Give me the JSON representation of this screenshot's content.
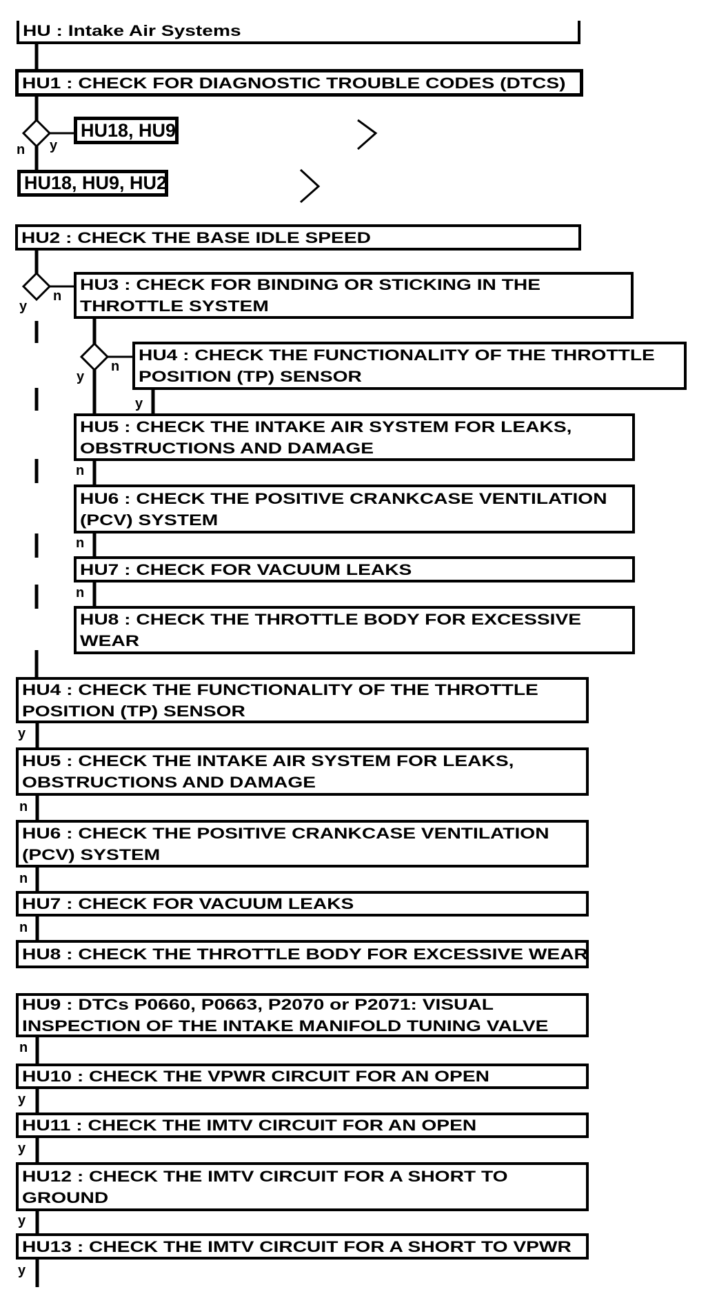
{
  "title": "HU : Intake Air Systems",
  "labels": {
    "yes": "y",
    "no": "n"
  },
  "colors": {
    "ink": "#000000",
    "background": "#ffffff"
  },
  "icons": {
    "chevron_right": "chevron-right-icon"
  },
  "nodes": {
    "hu": {
      "lines": [
        "HU : Intake Air Systems"
      ]
    },
    "hu1": {
      "lines": [
        "HU1 : CHECK FOR DIAGNOSTIC TROUBLE CODES (DTCS)"
      ]
    },
    "ref1": {
      "lines": [
        "HU18, HU9"
      ]
    },
    "ref2": {
      "lines": [
        "HU18, HU9, HU2"
      ]
    },
    "hu2": {
      "lines": [
        "HU2 : CHECK THE BASE IDLE SPEED"
      ]
    },
    "hu3": {
      "lines": [
        "HU3 : CHECK FOR BINDING OR STICKING IN THE",
        "THROTTLE SYSTEM"
      ]
    },
    "hu4a": {
      "lines": [
        "HU4 : CHECK THE FUNCTIONALITY OF THE THROTTLE",
        "POSITION (TP) SENSOR"
      ]
    },
    "hu5a": {
      "lines": [
        "HU5 : CHECK THE INTAKE AIR SYSTEM FOR LEAKS,",
        "OBSTRUCTIONS AND DAMAGE"
      ]
    },
    "hu6a": {
      "lines": [
        "HU6 : CHECK THE POSITIVE CRANKCASE VENTILATION",
        "(PCV) SYSTEM"
      ]
    },
    "hu7a": {
      "lines": [
        "HU7 : CHECK FOR VACUUM LEAKS"
      ]
    },
    "hu8a": {
      "lines": [
        "HU8 : CHECK THE THROTTLE BODY FOR EXCESSIVE",
        "WEAR"
      ]
    },
    "hu4b": {
      "lines": [
        "HU4 : CHECK THE FUNCTIONALITY OF THE THROTTLE",
        "POSITION (TP) SENSOR"
      ]
    },
    "hu5b": {
      "lines": [
        "HU5 : CHECK THE INTAKE AIR SYSTEM FOR LEAKS,",
        "OBSTRUCTIONS AND DAMAGE"
      ]
    },
    "hu6b": {
      "lines": [
        "HU6 : CHECK THE POSITIVE CRANKCASE VENTILATION",
        "(PCV) SYSTEM"
      ]
    },
    "hu7b": {
      "lines": [
        "HU7 : CHECK FOR VACUUM LEAKS"
      ]
    },
    "hu8b": {
      "lines": [
        "HU8 : CHECK THE THROTTLE BODY FOR EXCESSIVE WEAR"
      ]
    },
    "hu9": {
      "lines": [
        "HU9 : DTCs P0660, P0663, P2070 or P2071: VISUAL",
        "INSPECTION OF THE INTAKE MANIFOLD TUNING VALVE"
      ]
    },
    "hu10": {
      "lines": [
        "HU10 : CHECK THE VPWR CIRCUIT FOR AN OPEN"
      ]
    },
    "hu11": {
      "lines": [
        "HU11 : CHECK THE IMTV CIRCUIT FOR AN OPEN"
      ]
    },
    "hu12": {
      "lines": [
        "HU12 : CHECK THE IMTV CIRCUIT FOR A SHORT TO",
        "GROUND"
      ]
    },
    "hu13": {
      "lines": [
        "HU13 : CHECK THE IMTV CIRCUIT FOR A SHORT TO VPWR"
      ]
    }
  }
}
